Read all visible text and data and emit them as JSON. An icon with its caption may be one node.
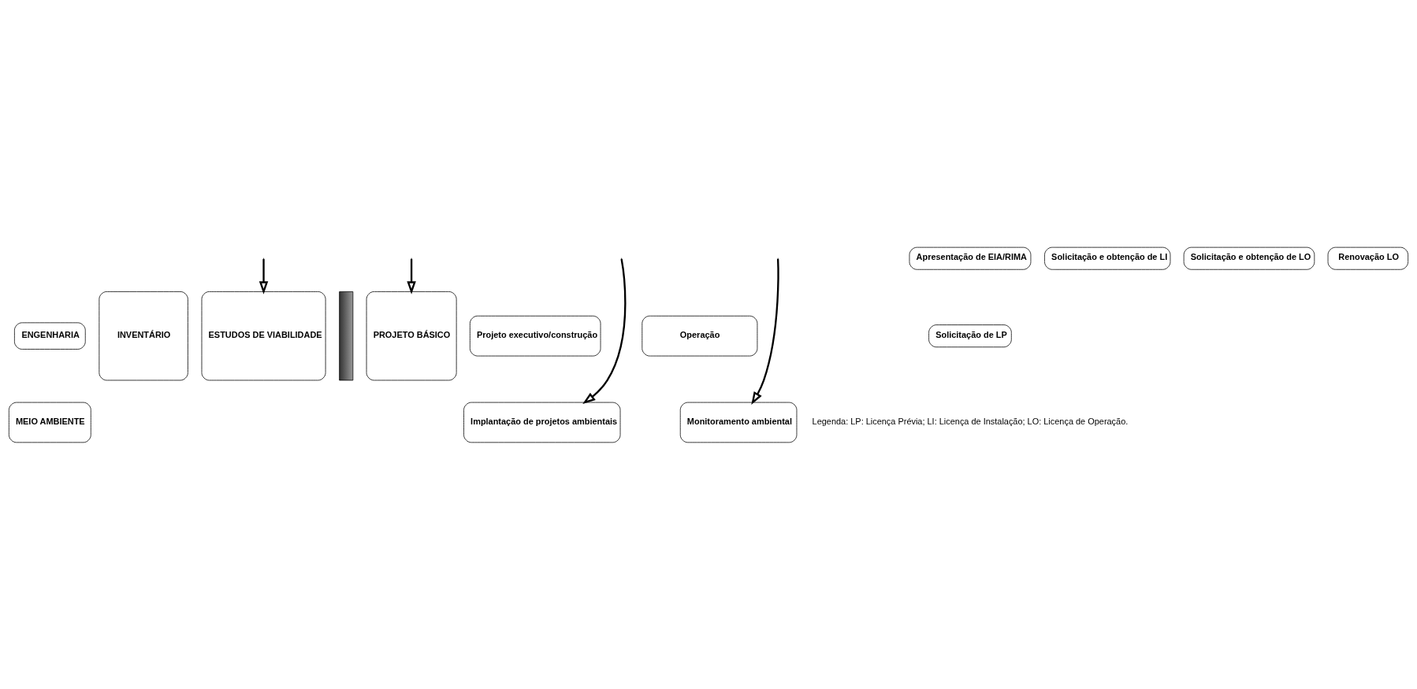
{
  "diagram": {
    "nodes": [
      {
        "text": [
          "ENGENHARIA"
        ]
      },
      {
        "text": [
          "MEIO AMBIENTE"
        ]
      },
      {
        "text": [
          "INVENTÁRIO"
        ]
      },
      {
        "text": [
          "ESTUDOS DE VIABILIDADE"
        ]
      },
      {
        "text": [],
        "shape": "bar"
      },
      {
        "text": [
          "PROJETO BÁSICO"
        ]
      },
      {
        "text": [
          "Projeto executivo/construção"
        ]
      },
      {
        "text": [
          "Operação"
        ]
      },
      {
        "text": [
          "Implantação de projetos ambientais"
        ]
      },
      {
        "text": [
          "Monitoramento ambiental"
        ]
      },
      {
        "text": [
          "Apresentação de EIA/RIMA"
        ]
      },
      {
        "text": [
          "Solicitação de LP"
        ]
      },
      {
        "text": [
          "Solicitação e obtenção de LI"
        ]
      },
      {
        "text": [
          "Solicitação e obtenção de LO"
        ]
      },
      {
        "text": [
          "Renovação LO"
        ]
      }
    ],
    "edges": [
      {
        "from": null,
        "to": 3,
        "arrow": "to"
      },
      {
        "from": null,
        "to": 5,
        "arrow": "to"
      },
      {
        "from": null,
        "to": 8,
        "arrow": "to"
      },
      {
        "from": null,
        "to": 9,
        "arrow": "to"
      }
    ],
    "labels": [
      "Legenda: LP: Licença Prévia; LI: Licença de Instalação; LO: Licença de Operação."
    ]
  }
}
